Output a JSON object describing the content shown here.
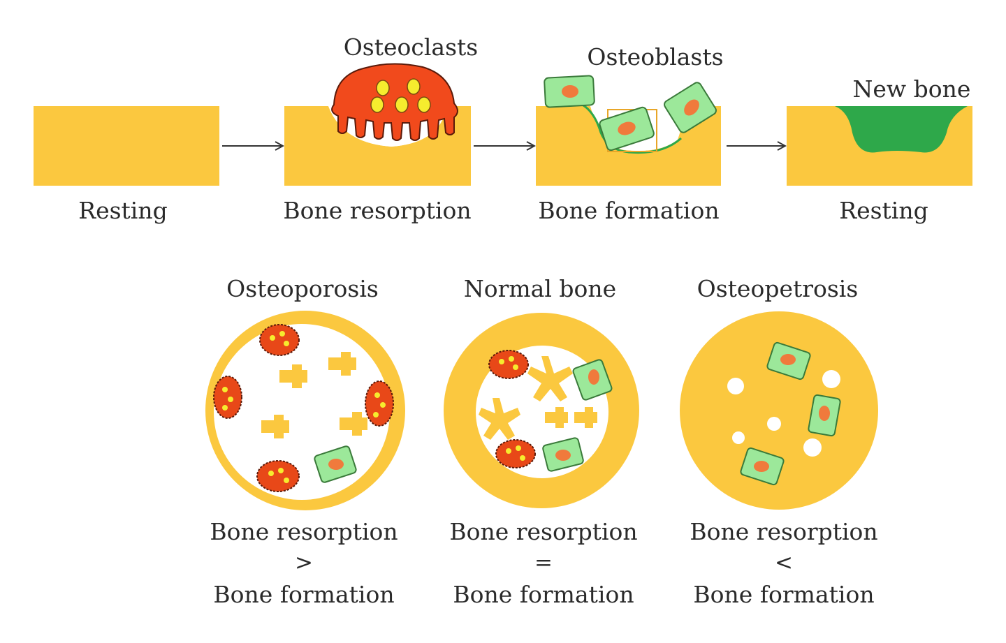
{
  "process": {
    "stages": [
      "Resting",
      "Bone resorption",
      "Bone formation",
      "Resting"
    ],
    "cell_labels": {
      "osteoclasts": "Osteoclasts",
      "osteoblasts": "Osteoblasts",
      "new_bone": "New bone"
    }
  },
  "conditions": [
    {
      "title": "Osteoporosis",
      "line1": "Bone resorption",
      "operator": ">",
      "line2": "Bone formation"
    },
    {
      "title": "Normal bone",
      "line1": "Bone resorption",
      "operator": "=",
      "line2": "Bone formation"
    },
    {
      "title": "Osteopetrosis",
      "line1": "Bone resorption",
      "operator": "<",
      "line2": "Bone formation"
    }
  ],
  "colors": {
    "bone": "#fbc83f",
    "osteoclast": "#f14a1c",
    "nucleus": "#f6ec2e",
    "osteoblast": "#9ce89a",
    "osteoblast_nucleus": "#f07a3c",
    "new_bone": "#2ea84a",
    "marrow": "#ffffff"
  }
}
